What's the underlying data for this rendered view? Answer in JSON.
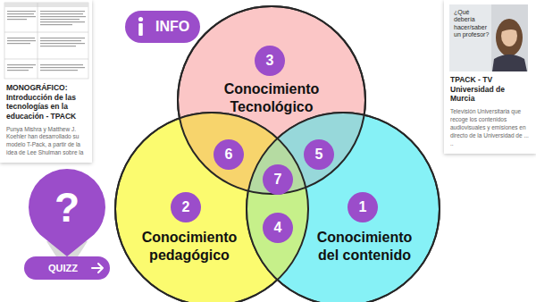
{
  "diagram": {
    "nodes": [
      {
        "text": [
          "INFO"
        ]
      },
      {
        "text": [
          "MONOGRÁFICO: Introducción de las tecnologías en la educación - TPACK",
          "Punya Mishra y Matthew J. Koehler han desarrollado su modelo T-Pack, a partir de la idea de Lee Shulman sobre la"
        ]
      },
      {
        "text": [
          "TPACK - TV Universidad de Murcia",
          "Televisión Universitaria que recoge los contenidos audiovisuales y emisiones en directo de la Universidad de ... .."
        ]
      },
      {
        "text": [
          "¿Qué debería hacer/saber un profesor?"
        ],
        "in": 2
      },
      {
        "text": [
          "Conocimiento Tecnológico"
        ]
      },
      {
        "text": [
          "3"
        ],
        "in": 4
      },
      {
        "text": [
          "6"
        ]
      },
      {
        "text": [
          "5"
        ]
      },
      {
        "text": [
          "7"
        ]
      },
      {
        "text": [
          "Conocimiento pedagógico"
        ]
      },
      {
        "text": [
          "2"
        ],
        "in": 9
      },
      {
        "text": [
          "4"
        ]
      },
      {
        "text": [
          "Conocimiento del contenido"
        ]
      },
      {
        "text": [
          "1"
        ],
        "in": 12
      },
      {
        "text": [
          "?"
        ]
      },
      {
        "text": [
          "QUIZZ"
        ]
      }
    ]
  }
}
